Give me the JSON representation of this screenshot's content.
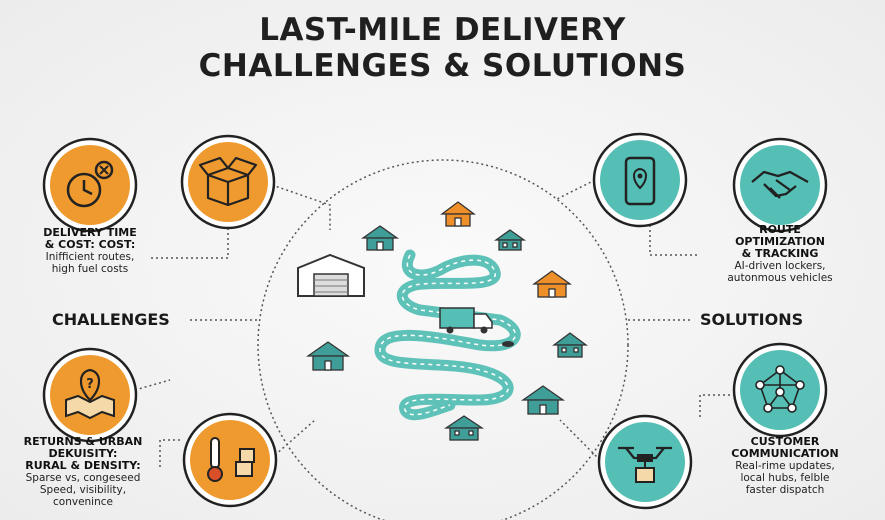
{
  "title": {
    "line1": "LAST-MILE DELIVERY",
    "line2": "CHALLENGES & SOLUTIONS"
  },
  "colors": {
    "challenge": "#ef9a2f",
    "solution": "#55bfb5",
    "road": "#5fc2b8",
    "house_teal": "#3f9f98",
    "house_orange": "#ef8f2a"
  },
  "challenges": {
    "label": "CHALLENGES",
    "items": [
      {
        "icon": "clock-cancel-icon",
        "title1": "DELIVERY TIME",
        "title2": "& COST: COST:",
        "desc1": "Inifficient routes,",
        "desc2": "high fuel costs"
      },
      {
        "icon": "open-box-icon"
      },
      {
        "icon": "map-question-icon",
        "title1": "RETURNS & URBAN",
        "title2": "DEKUISITY:",
        "title3": "RURAL & DENSITY:",
        "desc1": "Sparse vs, congeseed",
        "desc2": "Speed, visibility,",
        "desc3": "convenince"
      },
      {
        "icon": "thermometer-boxes-icon"
      }
    ]
  },
  "solutions": {
    "label": "SOLUTIONS",
    "items": [
      {
        "icon": "phone-location-icon"
      },
      {
        "icon": "handshake-icon",
        "title1": "ROUTE",
        "title2": "OPTIMIZATION",
        "title3": "& TRACKING",
        "desc1": "AI-driven lockers,",
        "desc2": "autonmous vehicles"
      },
      {
        "icon": "network-icon",
        "title1": "CUSTOMER",
        "title2": "COMMUNICATION",
        "desc1": "Real-rime updates,",
        "desc2": "local hubs, felble",
        "desc3": "faster dispatch"
      },
      {
        "icon": "drone-icon"
      }
    ]
  }
}
